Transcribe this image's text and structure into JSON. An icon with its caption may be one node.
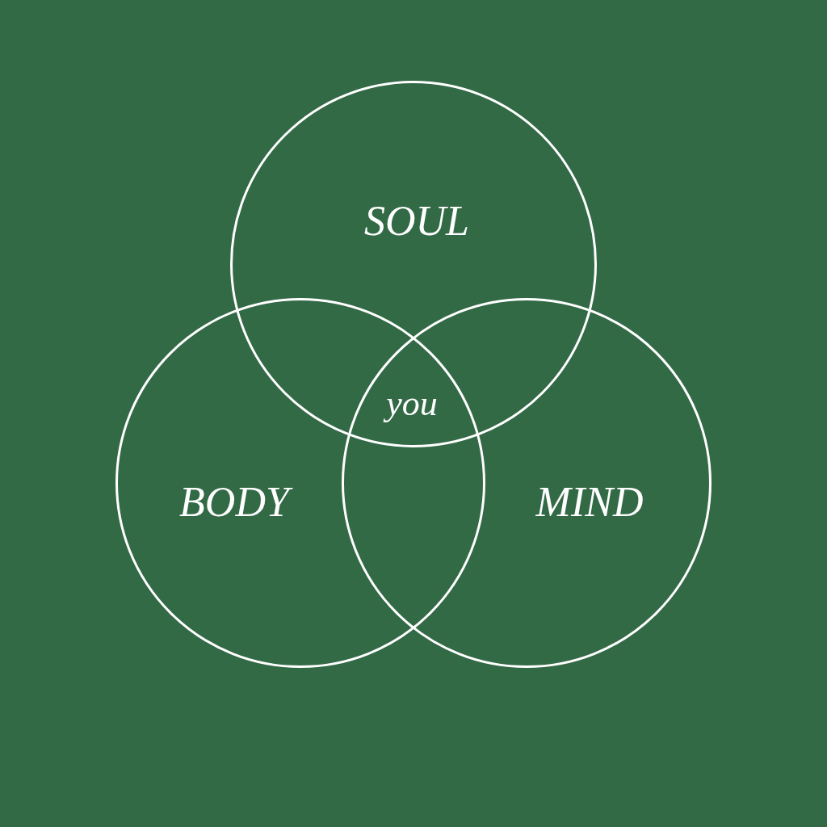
{
  "diagram": {
    "nodes": [
      {
        "text": [
          "SOUL"
        ]
      },
      {
        "text": [
          "BODY"
        ]
      },
      {
        "text": [
          "MIND"
        ]
      }
    ],
    "labels": [
      "you"
    ]
  }
}
